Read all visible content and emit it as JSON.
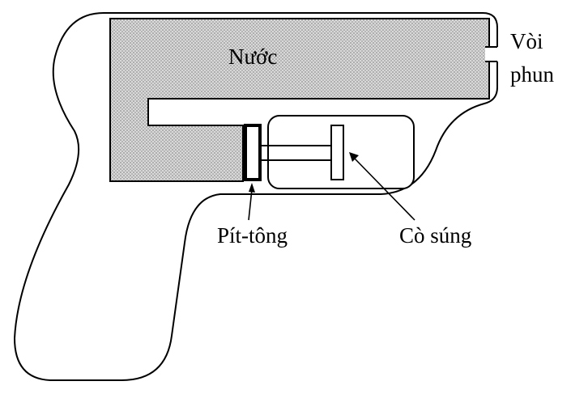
{
  "diagram": {
    "labels": {
      "water": "Nước",
      "nozzle_line1": "Vòi",
      "nozzle_line2": "phun",
      "piston": "Pít-tông",
      "trigger": "Cò súng"
    },
    "colors": {
      "stroke": "#000000",
      "water_fill": "#d9d9d9",
      "water_dots": "#7a7a7a",
      "background": "#ffffff"
    }
  }
}
